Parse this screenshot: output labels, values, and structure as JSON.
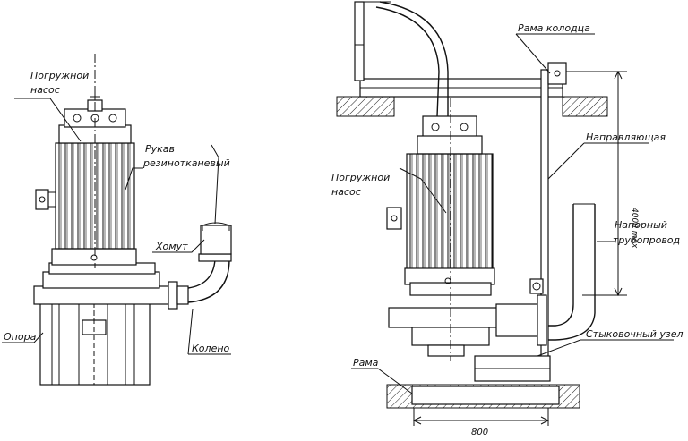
{
  "left_view": {
    "labels": {
      "pump": [
        "Погружной",
        "насос"
      ],
      "hose": [
        "Рукав",
        "резинотканевый"
      ],
      "clamp": "Хомут",
      "support": "Опора",
      "elbow": "Колено"
    }
  },
  "right_view": {
    "labels": {
      "well_frame": "Рама колодца",
      "guide": "Направляющая",
      "pump": [
        "Погружной",
        "насос"
      ],
      "pressure_pipe": [
        "Напорный",
        "трубопровод"
      ],
      "docking_unit": "Стыковочный узел",
      "frame": "Рама"
    },
    "dimensions": {
      "height": "4000 max",
      "width": "800"
    }
  }
}
